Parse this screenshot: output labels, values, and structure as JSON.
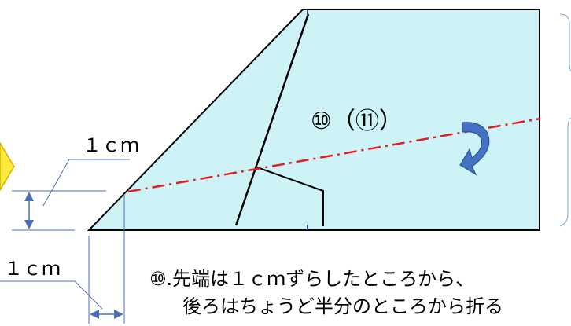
{
  "colors": {
    "paper_fill": "#cdf3f7",
    "outline": "#000000",
    "fold_line": "#e11f1f",
    "arrow_fill": "#4472c4",
    "arrow_outline": "#2f5597",
    "dimension_line": "#4a6fb5",
    "yellow_marker": "#ffeb3b",
    "bracket": "#8fb3dd"
  },
  "icons": {
    "fold_arrow": "curved-arrow-icon",
    "side_marker": "yellow-arrow-icon"
  },
  "labels": {
    "step_number": "⑩（⑪）",
    "dim_top": "１ｃｍ",
    "dim_bottom": "１ｃｍ",
    "instruction_line1": "⑩.先端は１ｃｍずらしたところから、",
    "instruction_line2": "後ろはちょうど半分のところから折る"
  }
}
